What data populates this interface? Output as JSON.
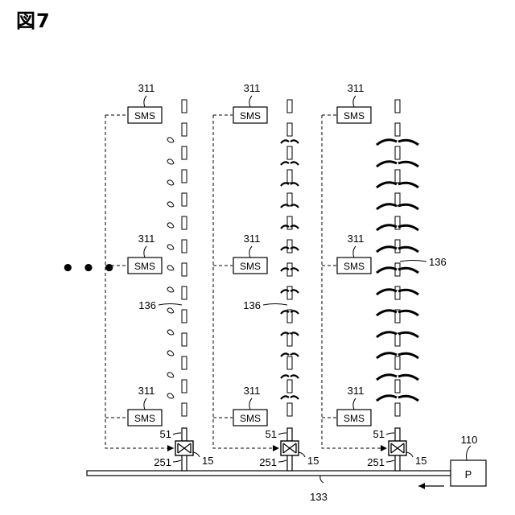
{
  "figure": {
    "title": "図7"
  },
  "labels": {
    "sensor_unit": "311",
    "sms_box": "SMS",
    "plant": "136",
    "valve_connector": "51",
    "valve": "15",
    "branch_pipe": "251",
    "main_pipe": "133",
    "pump_ref": "110",
    "pump": "P",
    "ellipsis": "・・・"
  },
  "plant_stage_by_column": [
    "seedling",
    "sprouting",
    "mature"
  ],
  "colors": {
    "line": "#000000",
    "background": "#ffffff"
  }
}
